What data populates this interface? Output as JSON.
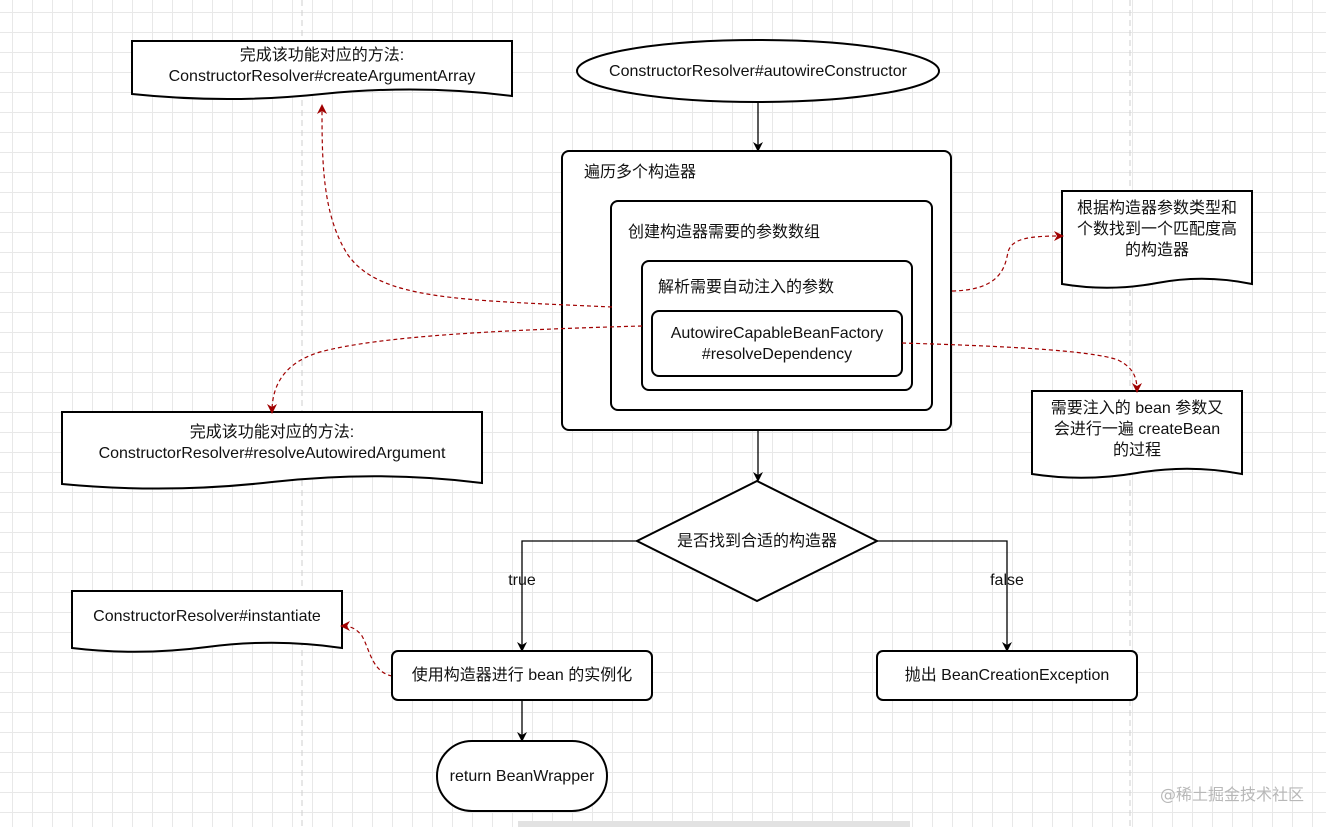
{
  "diagram": {
    "start_node": "ConstructorResolver#autowireConstructor",
    "outer_loop": "遍历多个构造器",
    "create_array": "创建构造器需要的参数数组",
    "resolve_params": "解析需要自动注入的参数",
    "resolve_dependency": "AutowireCapableBeanFactory\n#resolveDependency",
    "doc_create_array": "完成该功能对应的方法:\nConstructorResolver#createArgumentArray",
    "doc_resolve_autowired": "完成该功能对应的方法:\nConstructorResolver#resolveAutowiredArgument",
    "doc_match": "根据构造器参数类型和\n个数找到一个匹配度高\n的构造器",
    "doc_create_bean": "需要注入的 bean 参数又\n会进行一遍 createBean\n的过程",
    "decision": "是否找到合适的构造器",
    "true_label": "true",
    "false_label": "false",
    "instantiate": "使用构造器进行 bean 的实例化",
    "throw_exception": "抛出 BeanCreationException",
    "doc_instantiate": "ConstructorResolver#instantiate",
    "end_node": "return BeanWrapper"
  },
  "watermark": "@稀土掘金技术社区",
  "colors": {
    "stroke": "#000000",
    "dashed_arrow": "#a00000",
    "grid": "#e8e8e8"
  }
}
